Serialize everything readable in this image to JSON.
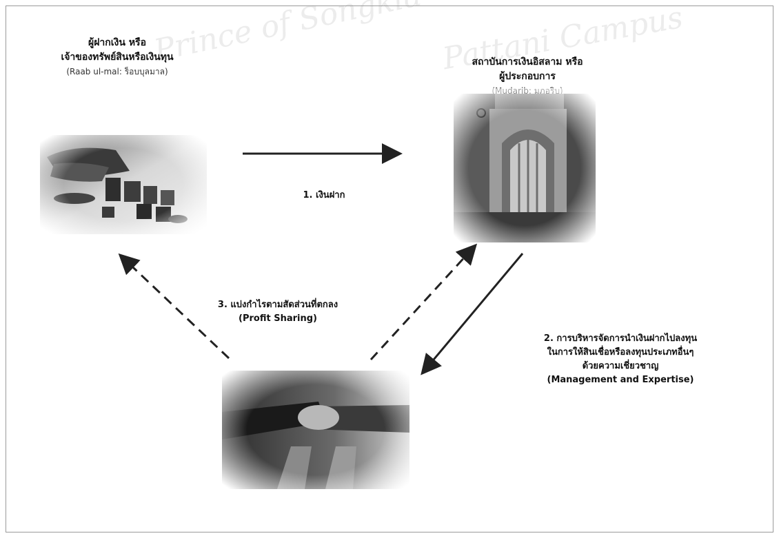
{
  "watermark": {
    "line1": "Prince of Songkla",
    "line2": "Pattani Campus"
  },
  "nodes": {
    "depositor": {
      "title_line1": "ผู้ฝากเงิน หรือ",
      "title_line2": "เจ้าของทรัพย์สินหรือเงินทุน",
      "subtitle": "(Raab ul-mal: ร็อบบุลมาล)",
      "image": "coins-stacks-photo"
    },
    "institution": {
      "title_line1": "สถาบันการเงินอิสลาม หรือ",
      "title_line2": "ผู้ประกอบการ",
      "subtitle": "(Mudarib: มุฎอริบ)",
      "image": "bank-building-photo"
    },
    "business": {
      "image": "handshake-photo"
    }
  },
  "steps": {
    "step1": "1. เงินฝาก",
    "step2_line1": "2. การบริหารจัดการนำเงินฝากไปลงทุน",
    "step2_line2": "ในการให้สินเชื่อหรือลงทุนประเภทอื่นๆ",
    "step2_line3": "ด้วยความเชี่ยวชาญ",
    "step2_line4": "(Management and Expertise)",
    "step3_line1": "3. แบ่งกำไรตามสัดส่วนที่ตกลง",
    "step3_line2": "(Profit Sharing)"
  }
}
